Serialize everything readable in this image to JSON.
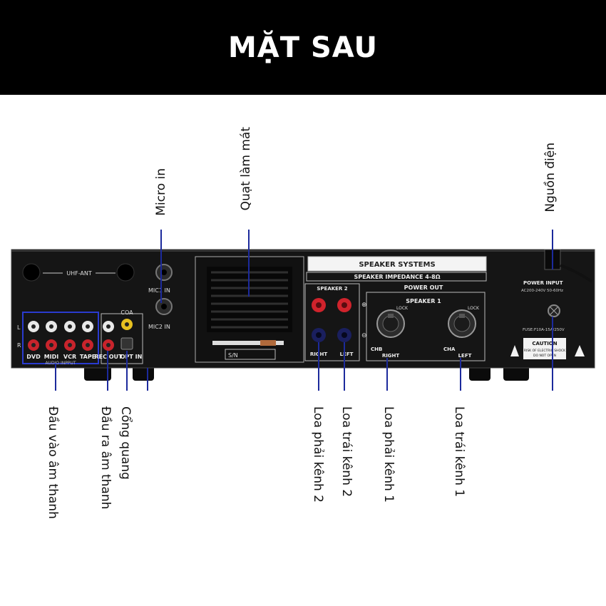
{
  "header": {
    "title": "MẶT SAU"
  },
  "colors": {
    "header_bg": "#000000",
    "pointer": "#1c2a9c",
    "chassis": "#151515"
  },
  "top_labels": {
    "micro_in": "Micro in",
    "fan": "Quạt làm mát",
    "power": "Nguồn điện"
  },
  "bottom_labels": {
    "audio_in": "Đầu vào âm thanh",
    "audio_out": "Đầu ra âm thanh",
    "optical": "Cổng quang",
    "spk2_right": "Loa phải kênh 2",
    "spk2_left": "Loa trái kênh 2",
    "spk1_right": "Loa phải kênh 1",
    "spk1_left": "Loa trái kênh 1"
  },
  "panel": {
    "uhf_ant": "UHF-ANT",
    "mic1": "MIC1 IN",
    "mic2": "MIC2 IN",
    "coa": "COA",
    "row_l": "L",
    "row_r": "R",
    "inputs": [
      "DVD",
      "MIDI",
      "VCR",
      "TAPE"
    ],
    "audio_input": "AUDIO INPPUT",
    "rec_out": "REC OUT",
    "opt_in": "OPT IN",
    "sn": "S/N",
    "speaker_systems": "SPEAKER SYSTEMS",
    "speaker_impedance": "SPEAKER IMPEDANCE 4-8Ω",
    "power_out": "POWER OUT",
    "speaker2": "SPEAKER 2",
    "speaker1": "SPEAKER 1",
    "right": "RIGHT",
    "left": "LEFT",
    "chb": "CHB",
    "cha": "CHA",
    "lock": "LOCK",
    "power_input": "POWER INPUT",
    "power_spec": "AC200-240V 50-60Hz",
    "fuse": "FUSE:F10A-15A/250V",
    "caution": "CAUTION",
    "caution_sub1": "RISK OF ELECTRIC SHOCK",
    "caution_sub2": "DO NOT OPEN"
  }
}
